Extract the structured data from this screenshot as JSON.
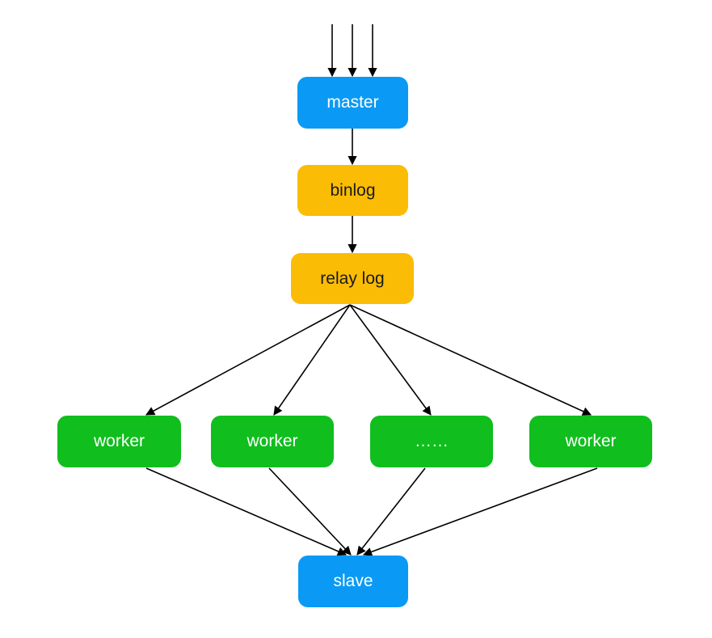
{
  "diagram": {
    "nodes": {
      "master": "master",
      "binlog": "binlog",
      "relay_log": "relay log",
      "worker_1": "worker",
      "worker_2": "worker",
      "worker_ellipsis": "……",
      "worker_4": "worker",
      "slave": "slave"
    },
    "edges": [
      {
        "from": "input-1",
        "to": "master"
      },
      {
        "from": "input-2",
        "to": "master"
      },
      {
        "from": "input-3",
        "to": "master"
      },
      {
        "from": "master",
        "to": "binlog"
      },
      {
        "from": "binlog",
        "to": "relay log"
      },
      {
        "from": "relay log",
        "to": "worker"
      },
      {
        "from": "relay log",
        "to": "worker"
      },
      {
        "from": "relay log",
        "to": "……"
      },
      {
        "from": "relay log",
        "to": "worker"
      },
      {
        "from": "worker",
        "to": "slave"
      },
      {
        "from": "worker",
        "to": "slave"
      },
      {
        "from": "……",
        "to": "slave"
      },
      {
        "from": "worker",
        "to": "slave"
      }
    ],
    "colors": {
      "db_node": "#0a9af5",
      "log_node": "#fbbc05",
      "worker_node": "#10be1d",
      "edge": "#000000"
    }
  }
}
